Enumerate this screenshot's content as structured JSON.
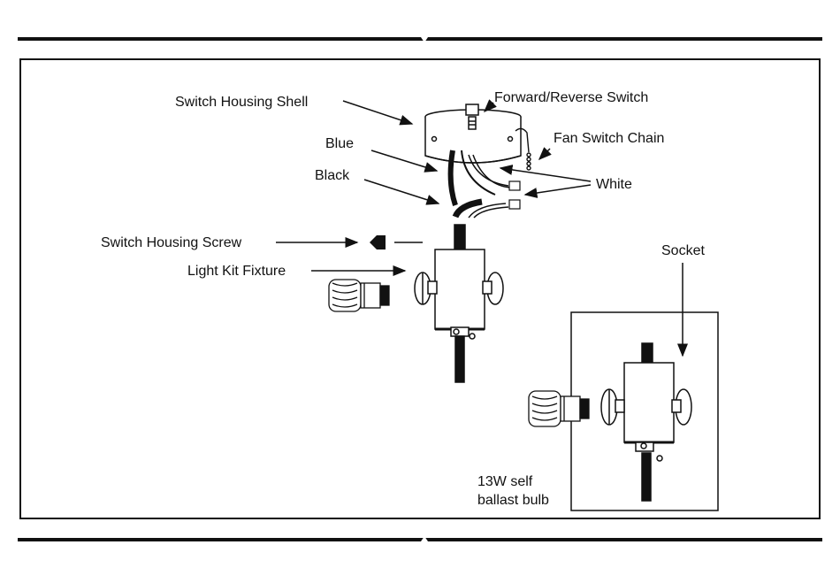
{
  "colors": {
    "ink": "#111111",
    "background": "#ffffff"
  },
  "labels": {
    "switch_housing_shell": "Switch Housing Shell",
    "forward_reverse_switch": "Forward/Reverse Switch",
    "fan_switch_chain": "Fan Switch Chain",
    "blue": "Blue",
    "black": "Black",
    "white": "White",
    "switch_housing_screw": "Switch Housing Screw",
    "light_kit_fixture": "Light Kit Fixture",
    "socket": "Socket",
    "bulb_line1": "13W self",
    "bulb_line2": "ballast bulb"
  }
}
